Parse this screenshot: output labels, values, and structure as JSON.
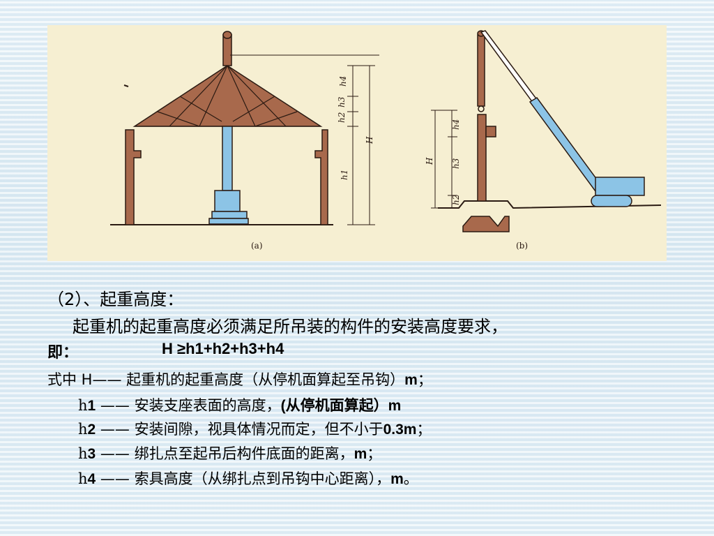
{
  "figure": {
    "label_a": "(a)",
    "label_b": "(b)",
    "dim_a": {
      "h1": "h1",
      "h2": "h2",
      "h3": "h3",
      "h4": "h4",
      "H": "H"
    },
    "dim_b": {
      "h2": "h2",
      "h3": "h3",
      "h4": "h4",
      "H": "H"
    }
  },
  "text": {
    "title": "（2）、起重高度：",
    "requirement": "起重机的起重高度必须满足所吊装的构件的安装高度要求，",
    "ji_label": "即：",
    "formula": "H ≥h1+h2+h3+h4",
    "defs": [
      {
        "sym": "式中  H",
        "dash": "——",
        "desc": " 起重机的起重高度（从停机面算起至吊钩）",
        "unit": "m",
        "end": "；"
      },
      {
        "sym": "h",
        "num": "1",
        "dash": " —— ",
        "desc": "安装支座表面的高度，",
        "unit": "(从停机面算起）m",
        "end": ""
      },
      {
        "sym": "h",
        "num": "2",
        "dash": " —— ",
        "desc": "安装间隙，视具体情况而定，但不小于",
        "unit": "0.3m",
        "end": "；"
      },
      {
        "sym": "h",
        "num": "3",
        "dash": " —— ",
        "desc": "绑扎点至起吊后构件底面的距离，",
        "unit": "m",
        "end": "；"
      },
      {
        "sym": "h",
        "num": "4",
        "dash": " —— ",
        "desc": "索具高度（从绑扎点到吊钩中心距离），",
        "unit": "m",
        "end": "。"
      }
    ]
  },
  "colors": {
    "panel": "#f6efd2",
    "truss": "#a8694c",
    "boom": "#8cc4e6",
    "outline": "#2a1a12"
  }
}
